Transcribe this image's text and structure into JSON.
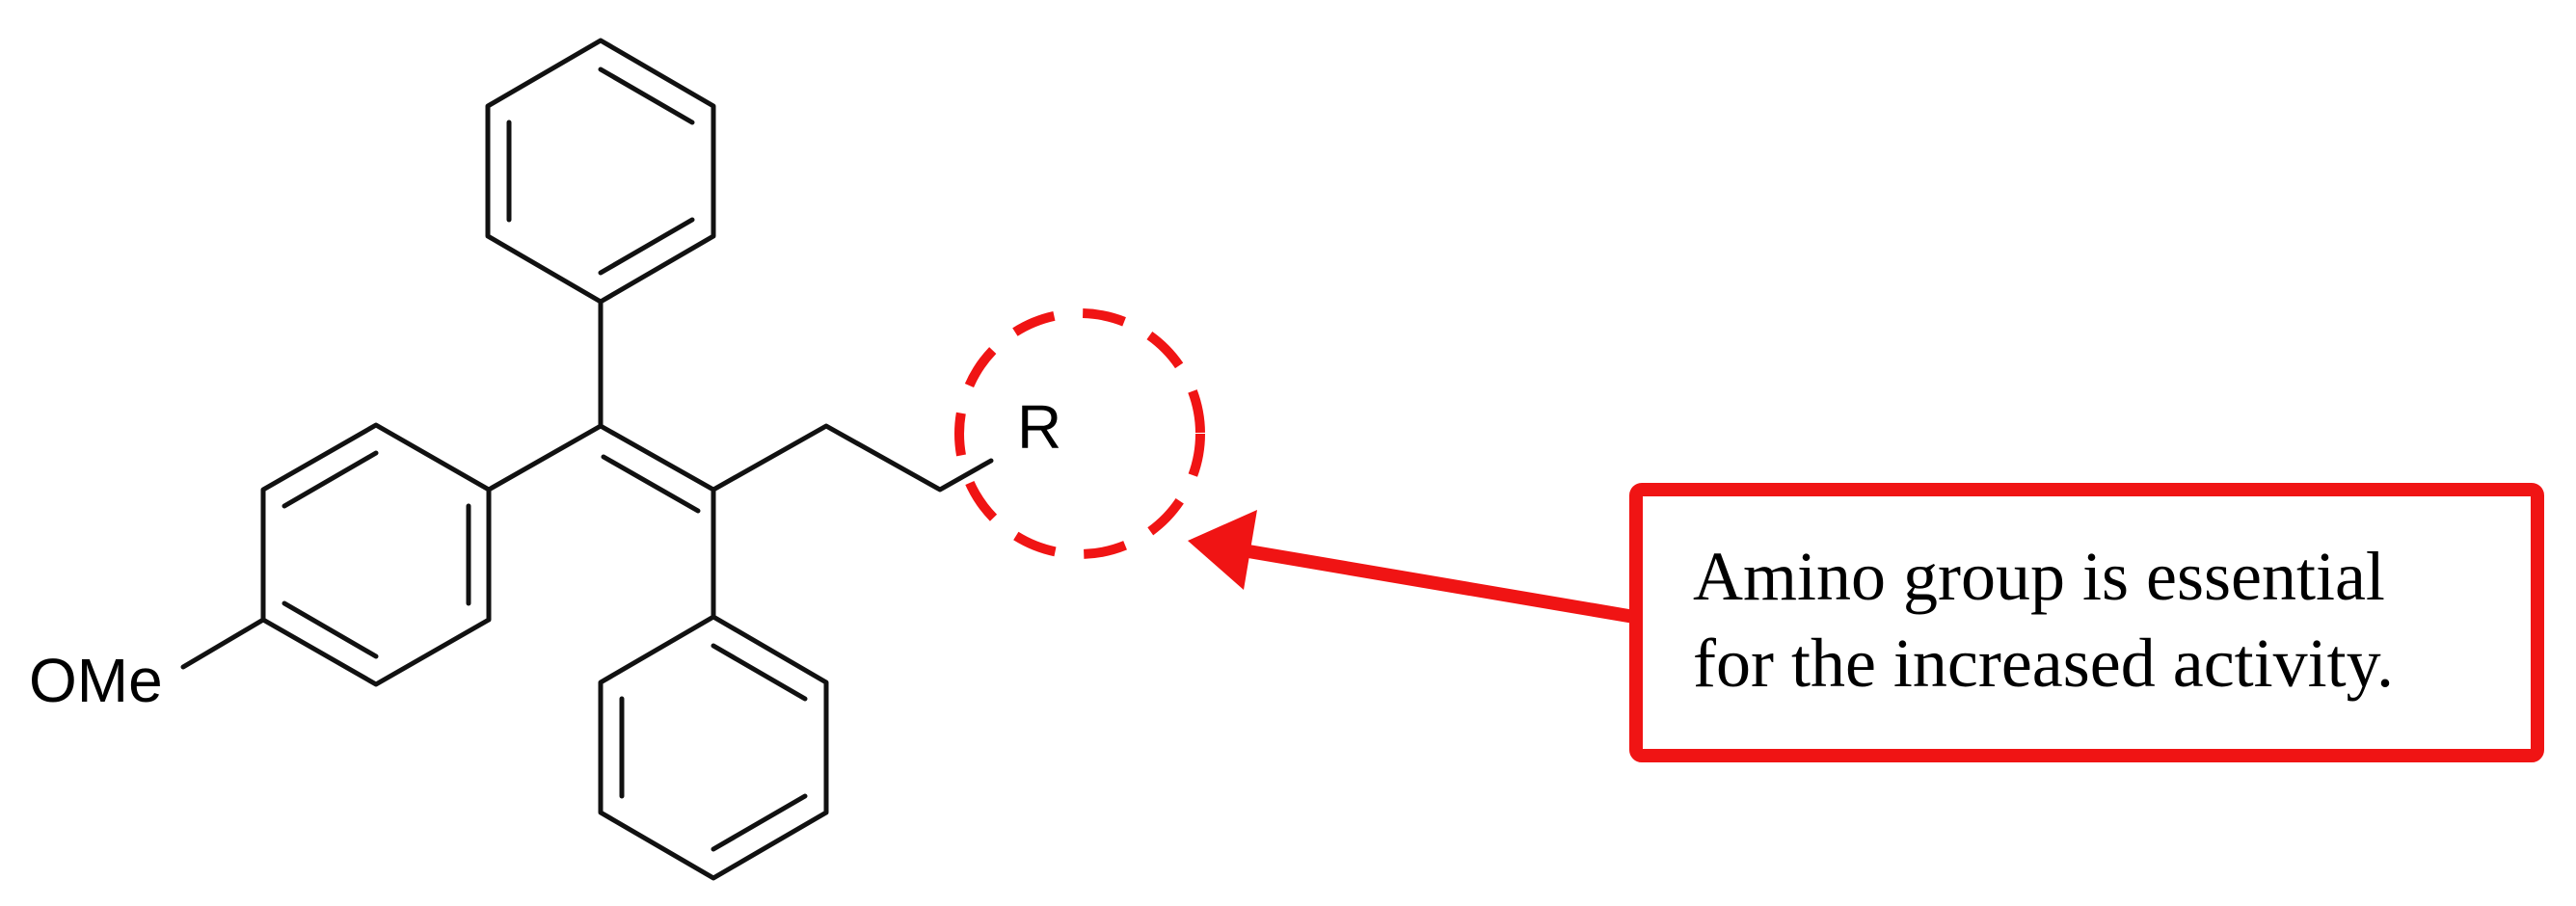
{
  "labels": {
    "methoxy": "OMe",
    "r_group": "R"
  },
  "callout": {
    "line1": "Amino group is essential",
    "line2": "for the increased activity."
  },
  "colors": {
    "bond": "#111111",
    "highlight": "#f01414",
    "text": "#000000",
    "background": "#ffffff"
  }
}
